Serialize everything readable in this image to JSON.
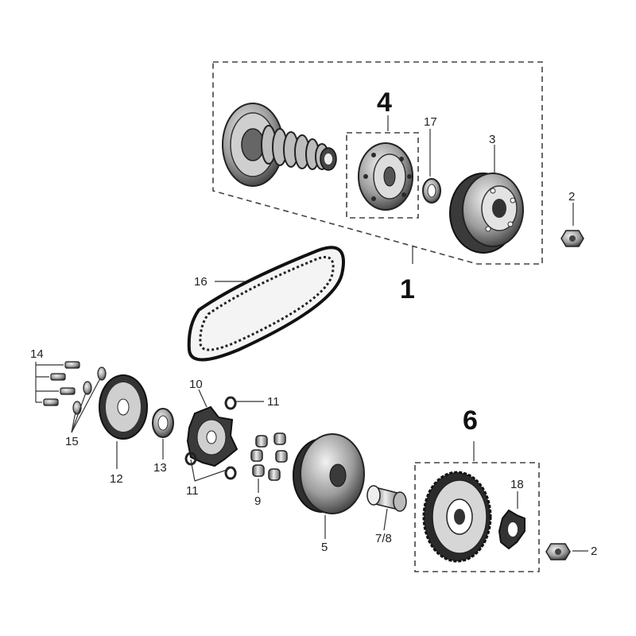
{
  "callouts": {
    "c1": "1",
    "c2a": "2",
    "c2b": "2",
    "c3": "3",
    "c4": "4",
    "c5": "5",
    "c6": "6",
    "c78": "7/8",
    "c9": "9",
    "c10": "10",
    "c11a": "11",
    "c11b": "11",
    "c12": "12",
    "c13": "13",
    "c14": "14",
    "c15": "15",
    "c16": "16",
    "c17": "17",
    "c18": "18"
  }
}
